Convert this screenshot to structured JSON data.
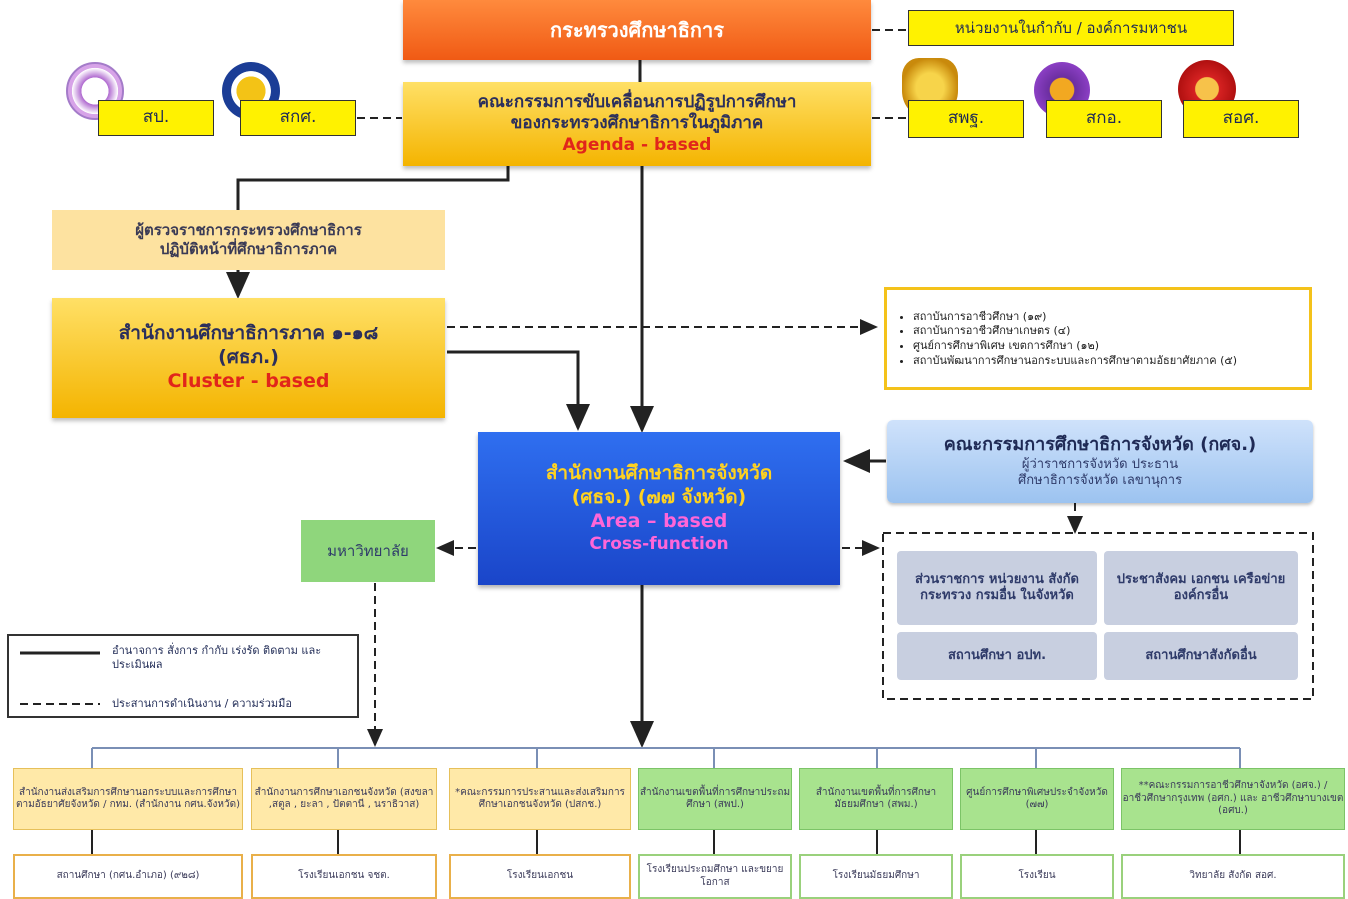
{
  "ministry": "กระทรวงศึกษาธิการ",
  "affiliated": "หน่วยงานในกำกับ / องค์การมหาชน",
  "committee": {
    "line1": "คณะกรรมการขับเคลื่อนการปฏิรูปการศึกษา",
    "line2": "ของกระทรวงศึกษาธิการในภูมิภาค",
    "line3": "Agenda - based"
  },
  "left_tags": [
    "สป.",
    "สกศ."
  ],
  "right_tags": [
    "สพฐ.",
    "สกอ.",
    "สอศ."
  ],
  "inspector": {
    "line1": "ผู้ตรวจราชการกระทรวงศึกษาธิการ",
    "line2": "ปฏิบัติหน้าที่ศึกษาธิการภาค"
  },
  "regional": {
    "line1": "สำนักงานศึกษาธิการภาค ๑-๑๘",
    "line2": "(ศธภ.)",
    "line3": "Cluster - based"
  },
  "institutes": [
    "สถาบันการอาชีวศึกษา (๑๙)",
    "สถาบันการอาชีวศึกษาเกษตร (๔)",
    "ศูนย์การศึกษาพิเศษ เขตการศึกษา (๑๒)",
    "สถาบันพัฒนาการศึกษานอกระบบและการศึกษาตามอัธยาศัยภาค (๕)"
  ],
  "provincial": {
    "line1": "สำนักงานศึกษาธิการจังหวัด",
    "line2": "(ศธจ.) (๗๗ จังหวัด)",
    "line3": "Area – based",
    "line4": "Cross-function"
  },
  "province_committee": {
    "line1": "คณะกรรมการศึกษาธิการจังหวัด (กศจ.)",
    "line2": "ผู้ว่าราชการจังหวัด ประธาน",
    "line3": "ศึกษาธิการจังหวัด เลขานุการ"
  },
  "university": "มหาวิทยาลัย",
  "partners": [
    "ส่วนราชการ หน่วยงาน สังกัดกระทรวง กรมอื่น ในจังหวัด",
    "ประชาสังคม เอกชน เครือข่าย องค์กรอื่น",
    "สถานศึกษา อปท.",
    "สถานศึกษาสังกัดอื่น"
  ],
  "legend": {
    "solid": "อำนาจการ สั่งการ กำกับ เร่งรัด ติดตาม และประเมินผล",
    "dashed": "ประสานการดำเนินงาน / ความร่วมมือ"
  },
  "units": [
    "สำนักงานส่งเสริมการศึกษานอกระบบและการศึกษาตามอัธยาศัยจังหวัด / กทม. (สำนักงาน กศน.จังหวัด)",
    "สำนักงานการศึกษาเอกชนจังหวัด (สงขลา ,สตูล , ยะลา , ปัตตานี , นราธิวาส)",
    "*คณะกรรมการประสานและส่งเสริมการศึกษาเอกชนจังหวัด (ปสกช.)",
    "สำนักงานเขตพื้นที่การศึกษาประถมศึกษา (สพป.)",
    "สำนักงานเขตพื้นที่การศึกษามัธยมศึกษา (สพม.)",
    "ศูนย์การศึกษาพิเศษประจำจังหวัด (๗๗)",
    "**คณะกรรมการอาชีวศึกษาจังหวัด (อศจ.) / อาชีวศึกษากรุงเทพ (อศก.) และ อาชีวศึกษาบางเขต (อศบ.)"
  ],
  "schools": [
    "สถานศึกษา (กศน.อำเภอ) (๙๒๘)",
    "โรงเรียนเอกชน จชต.",
    "โรงเรียนเอกชน",
    "โรงเรียนประถมศึกษา และขยายโอกาส",
    "โรงเรียนมัธยมศึกษา",
    "โรงเรียน",
    "วิทยาลัย สังกัด สอศ."
  ]
}
